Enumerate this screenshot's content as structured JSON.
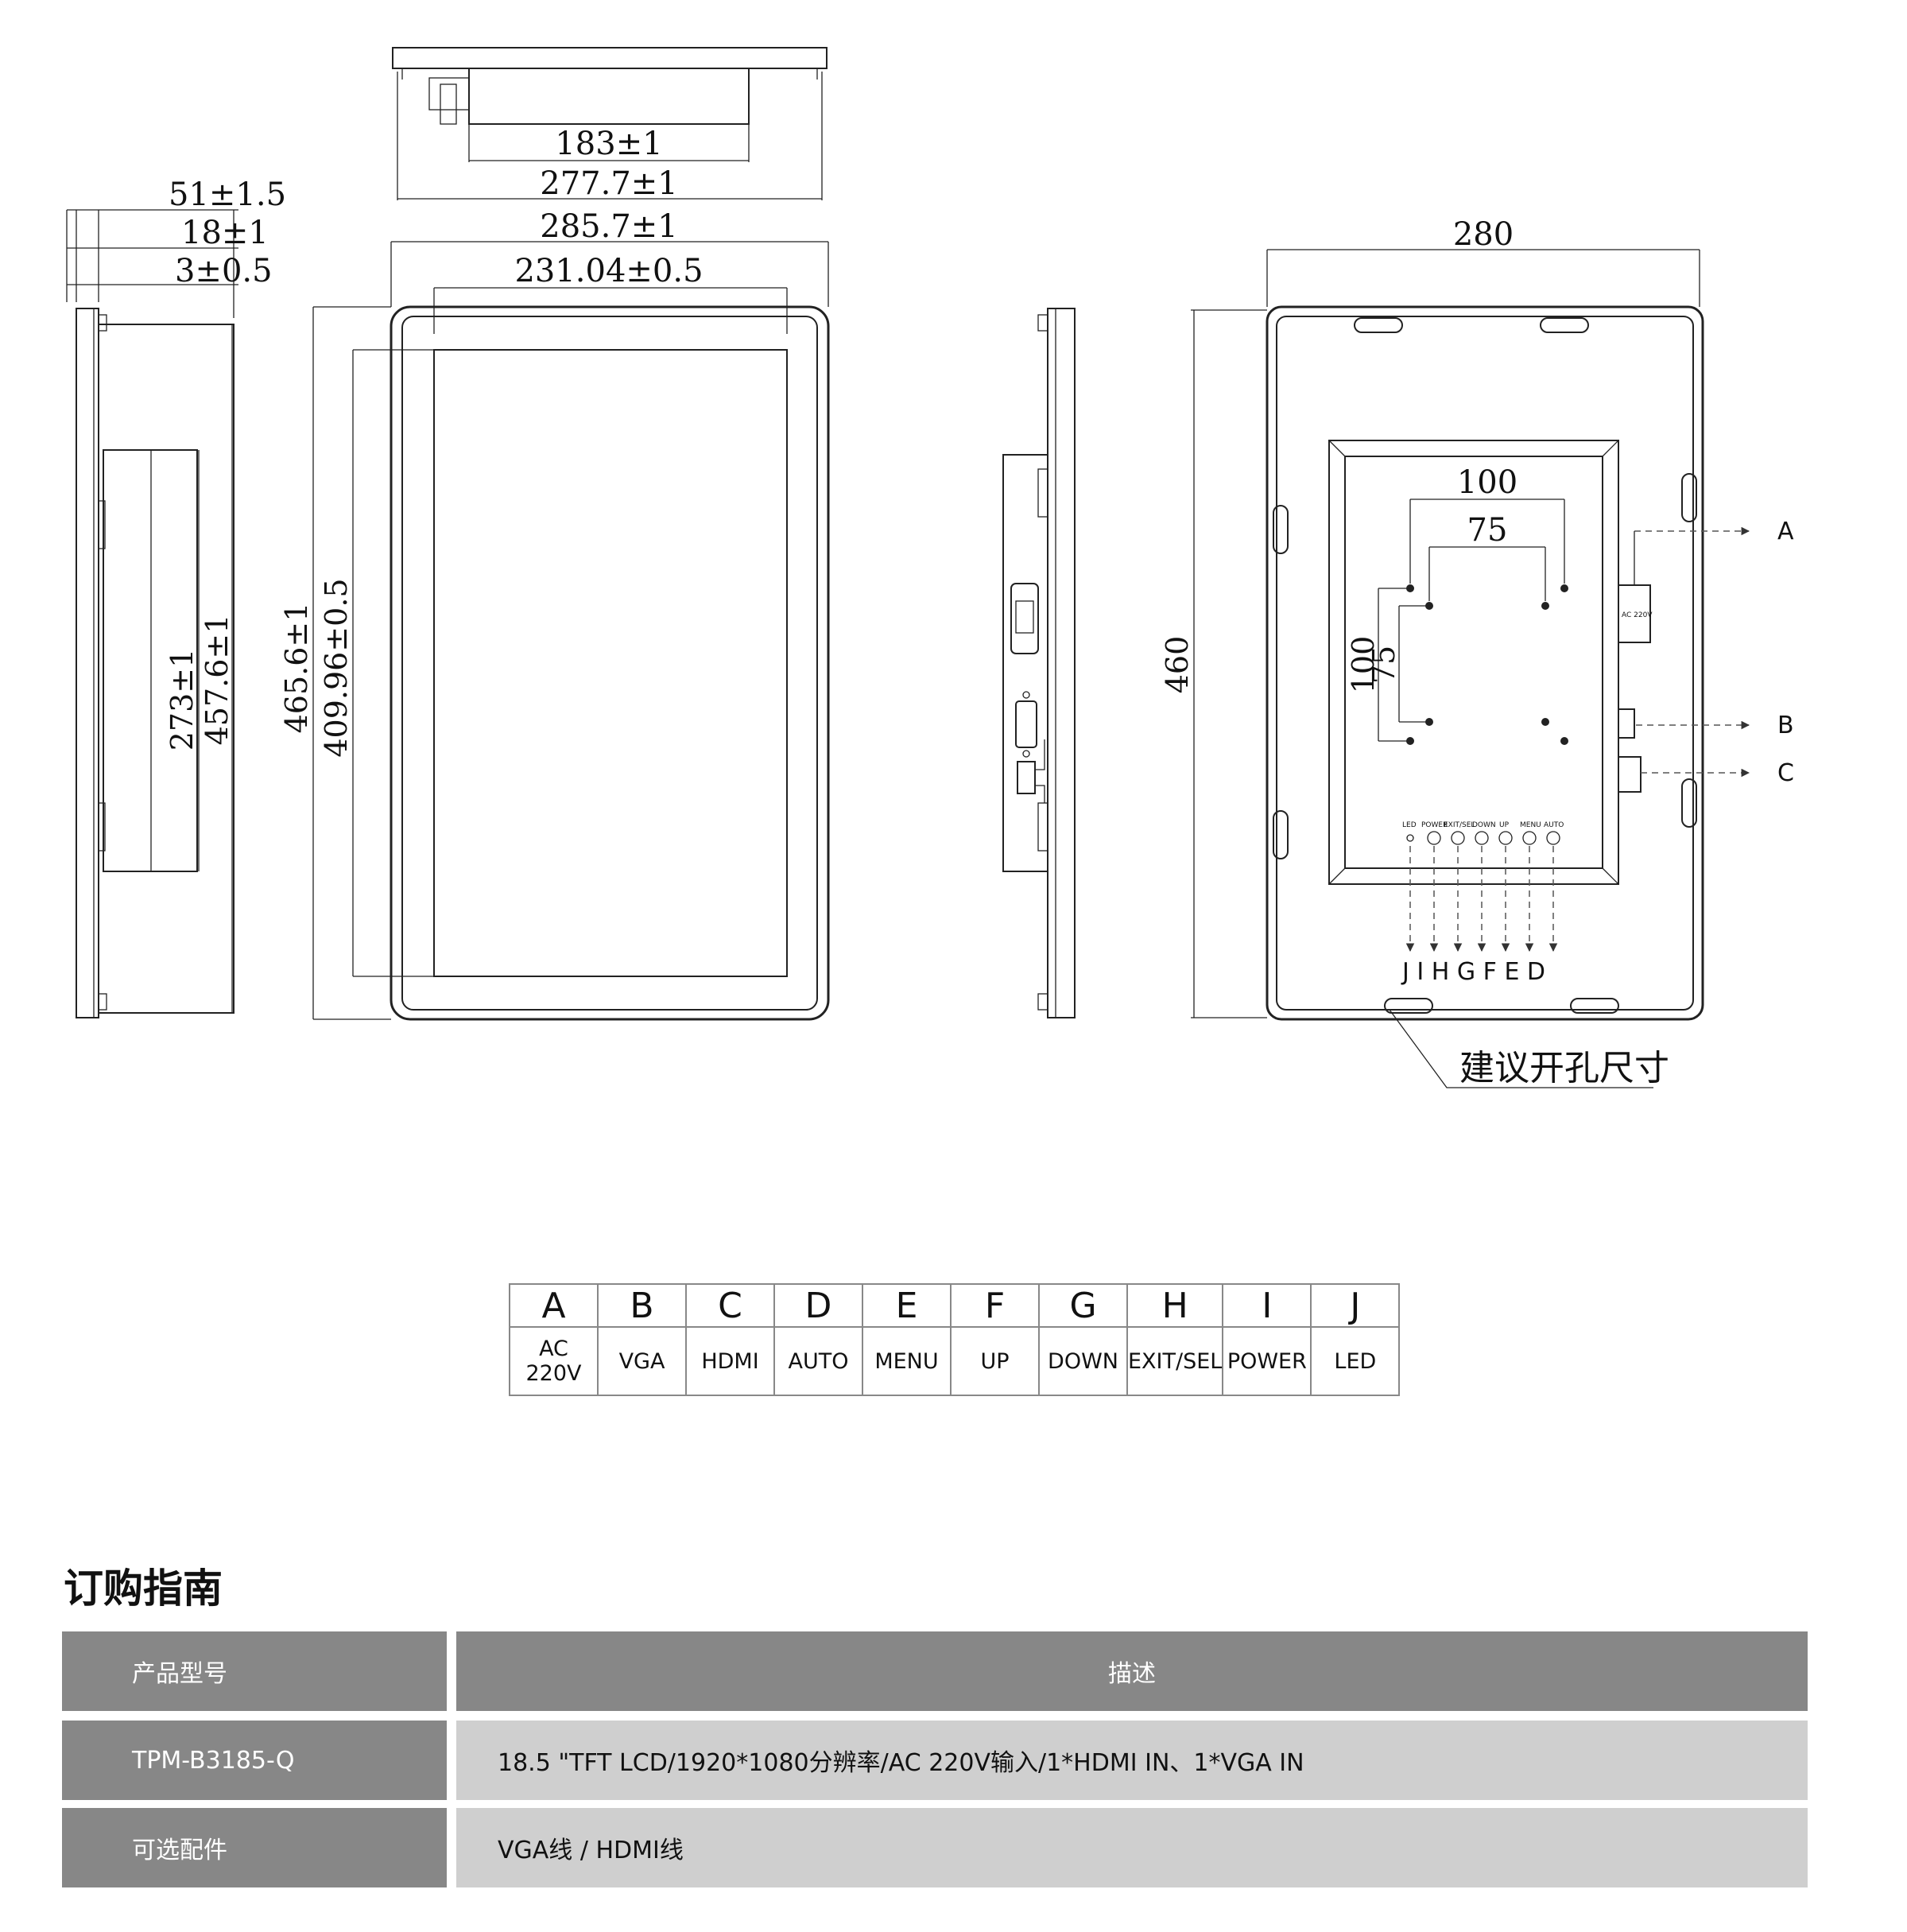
{
  "drawing": {
    "side_view": {
      "dims": [
        "51±1.5",
        "18±1",
        "3±0.5",
        "273±1",
        "457.6±1"
      ]
    },
    "top_view": {
      "dims": [
        "183±1",
        "277.7±1"
      ]
    },
    "front_view": {
      "dims": [
        "285.7±1",
        "231.04±0.5",
        "465.6±1",
        "409.96±0.5"
      ]
    },
    "back_view": {
      "dims": [
        "280",
        "460",
        "100",
        "75",
        "100",
        "75"
      ],
      "callout_right": [
        "A",
        "B",
        "C"
      ],
      "callout_bottom": "J I H G F E D",
      "cutout_note": "建议开孔尺寸",
      "button_labels": [
        "LED",
        "POWER",
        "EXIT/SEL",
        "DOWN",
        "UP",
        "MENU",
        "AUTO"
      ],
      "connector_label": "AC 220V"
    }
  },
  "ports_table": {
    "letters": [
      "A",
      "B",
      "C",
      "D",
      "E",
      "F",
      "G",
      "H",
      "I",
      "J"
    ],
    "names": [
      "AC 220V",
      "VGA",
      "HDMI",
      "AUTO",
      "MENU",
      "UP",
      "DOWN",
      "EXIT/SEL",
      "POWER",
      "LED"
    ]
  },
  "ordering": {
    "title": "订购指南",
    "header": {
      "col1": "产品型号",
      "col2": "描述"
    },
    "rows": [
      {
        "col1": "TPM-B3185-Q",
        "col2": "18.5 \"TFT LCD/1920*1080分辨率/AC 220V输入/1*HDMI IN、1*VGA IN"
      },
      {
        "col1": "可选配件",
        "col2": "VGA线 / HDMI线"
      }
    ]
  }
}
